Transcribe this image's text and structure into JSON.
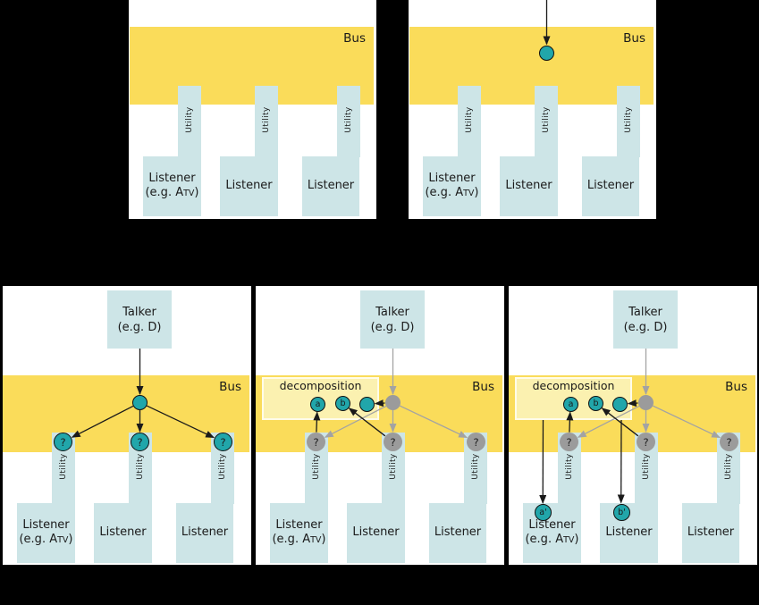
{
  "colors": {
    "background": "#000000",
    "panel": "#ffffff",
    "bus_yellow": "#fadc5a",
    "decomposition_yellow": "#fbf1b0",
    "component_blue": "#cde5e7",
    "node_teal": "#21a6aa",
    "node_gray": "#9b9b9b",
    "line_black": "#1a1a1a",
    "line_gray": "#a3a3a3",
    "text": "#1a1a1a"
  },
  "labels": {
    "bus": "Bus",
    "utility": "Utility",
    "talker_line1": "Talker",
    "talker_line2": "(e.g. D)",
    "listener": "Listener",
    "listener_example_prefix": "(e.g. A",
    "listener_example_smallcaps": "TV",
    "listener_example_suffix": ")",
    "decomposition": "decomposition",
    "query_mark": "?",
    "node_a": "a",
    "node_b": "b",
    "node_a_prime": "a'",
    "node_b_prime": "b'"
  }
}
